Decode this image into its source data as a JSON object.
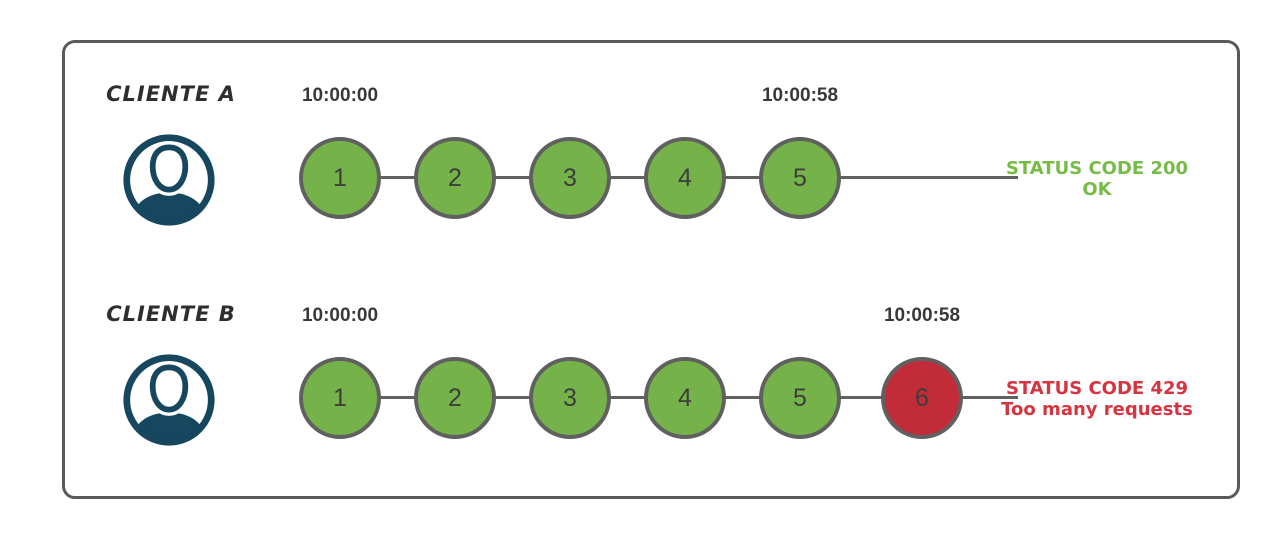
{
  "diagram": {
    "rows": [
      {
        "client_label": "CLIENTE A",
        "avatar_icon": "user-avatar-icon",
        "start_time": "10:00:00",
        "end_time": "10:00:58",
        "requests": [
          {
            "n": "1",
            "state": "ok"
          },
          {
            "n": "2",
            "state": "ok"
          },
          {
            "n": "3",
            "state": "ok"
          },
          {
            "n": "4",
            "state": "ok"
          },
          {
            "n": "5",
            "state": "ok"
          }
        ],
        "status": {
          "line1": "STATUS CODE 200",
          "line2": "OK",
          "state": "ok"
        }
      },
      {
        "client_label": "CLIENTE B",
        "avatar_icon": "user-avatar-icon",
        "start_time": "10:00:00",
        "end_time": "10:00:58",
        "requests": [
          {
            "n": "1",
            "state": "ok"
          },
          {
            "n": "2",
            "state": "ok"
          },
          {
            "n": "3",
            "state": "ok"
          },
          {
            "n": "4",
            "state": "ok"
          },
          {
            "n": "5",
            "state": "ok"
          },
          {
            "n": "6",
            "state": "limited"
          }
        ],
        "status": {
          "line1": "STATUS CODE 429",
          "line2": "Too many requests",
          "state": "limited"
        }
      }
    ],
    "colors": {
      "request_ok": "#76b24a",
      "request_limited": "#c22b38",
      "circle_border": "#606060",
      "timeline_line": "#606060",
      "status_ok_text": "#77bb47",
      "status_limited_text": "#d53440",
      "avatar": "#17475f",
      "timestamp_text": "#383838",
      "client_label_text": "#2e2e2e",
      "box_border": "#5a5a5a",
      "request_number": "#3d3d3d"
    }
  }
}
